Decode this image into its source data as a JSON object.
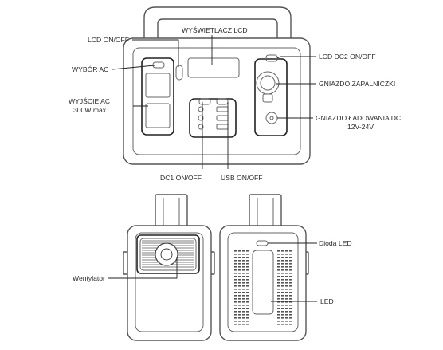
{
  "labels": {
    "lcd_on_off": "LCD ON/OFF",
    "wybor_ac": "WYBÓR AC",
    "wyjscie_ac_1": "WYJŚCIE AC",
    "wyjscie_ac_2": "300W max",
    "wyswietlacz_lcd": "WYŚWIETLACZ LCD",
    "lcd_dc2_on_off": "LCD DC2 ON/OFF",
    "gniazdo_zapalniczki": "GNIAZDO ZAPALNICZKI",
    "gniazdo_ladowania_1": "GNIAZDO ŁADOWANIA DC",
    "gniazdo_ladowania_2": "12V-24V",
    "dc1_on_off": "DC1  ON/OFF",
    "usb_on_off": "USB ON/OFF",
    "wentylator": "Wentylator",
    "dioda_led": "Dioda LED",
    "led": "LED"
  }
}
